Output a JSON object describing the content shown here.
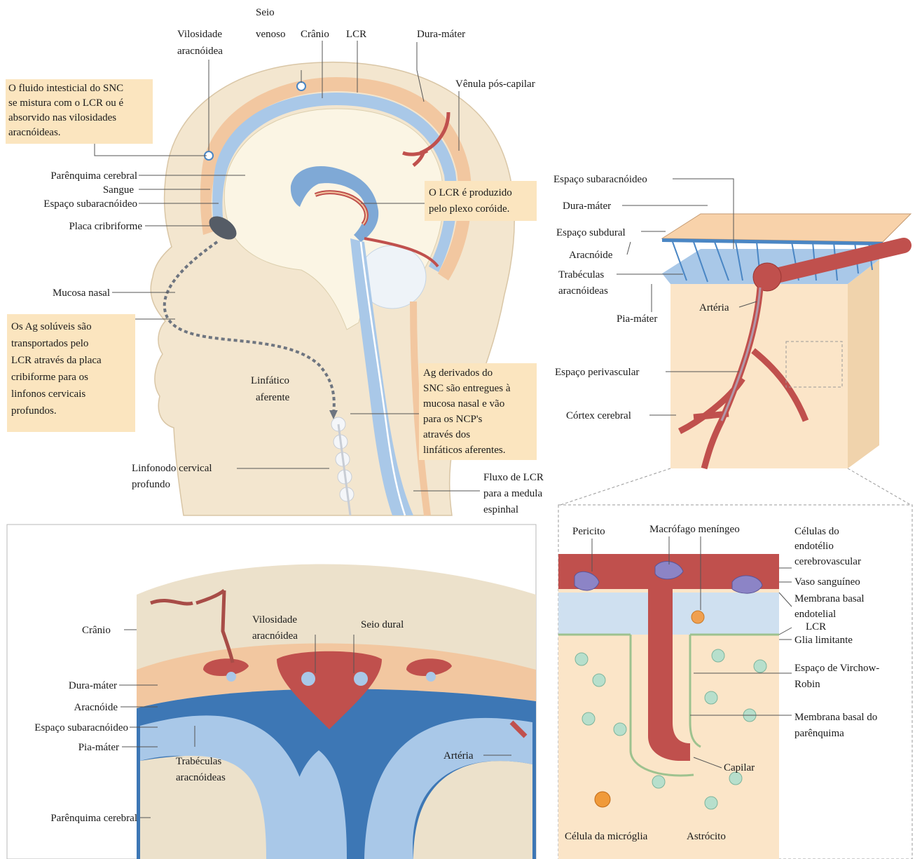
{
  "head": {
    "top_labels": {
      "seio_venoso": [
        "Seio",
        "venoso"
      ],
      "cranio": "Crânio",
      "lcr": "LCR",
      "dura_mater": "Dura-máter",
      "vilosidade": [
        "Vilosidade",
        "aracnóidea"
      ],
      "venula": "Vênula pós-capilar"
    },
    "left_labels": {
      "parenquima": "Parênquima cerebral",
      "sangue": "Sangue",
      "espaco_sub": "Espaço subaracnóideo",
      "placa": "Placa  cribriforme",
      "mucosa": "Mucosa nasal",
      "linfatico": [
        "Linfático",
        "aferente"
      ],
      "linfonodo": [
        "Linfonodo cervical",
        "profundo"
      ],
      "fluxo": [
        "Fluxo de LCR",
        "para a medula",
        "espinhal"
      ]
    },
    "notes": {
      "fluido": [
        "O fluido intesticial do SNC",
        "se mistura com o LCR ou é",
        "absorvido nas vilosidades",
        "aracnóideas."
      ],
      "lcr_produzido": [
        "O LCR é produzido",
        "pelo plexo coróide."
      ],
      "ag_soluveis": [
        "Os Ag solúveis são",
        "transportados pelo",
        "LCR através da placa",
        "cribiforme para os",
        "linfonos cervicais",
        "profundos."
      ],
      "ag_derivados": [
        "Ag derivados do",
        "SNC são entregues à",
        "mucosa nasal e vão",
        "para os NCP's",
        "através dos",
        "linfáticos aferentes."
      ]
    }
  },
  "block": {
    "labels": {
      "espaco_sub": "Espaço subaracnóideo",
      "dura": "Dura-máter",
      "subdural": "Espaço subdural",
      "aracnoide": "Aracnóide",
      "trabeculas": [
        "Trabéculas",
        "aracnóideas"
      ],
      "pia": "Pia-máter",
      "arteria": "Artéria",
      "perivascular": "Espaço perivascular",
      "cortex": "Córtex cerebral"
    }
  },
  "section": {
    "labels": {
      "cranio": "Crânio",
      "vilosidade": [
        "Vilosidade",
        "aracnóidea"
      ],
      "seio_dural": "Seio dural",
      "dura": "Dura-máter",
      "aracnoide": "Aracnóide",
      "espaco_sub": "Espaço subaracnóideo",
      "pia": "Pia-máter",
      "trabeculas": [
        "Trabéculas",
        "aracnóideas"
      ],
      "arteria": "Artéria",
      "parenquima": "Parênquima cerebral"
    }
  },
  "micro": {
    "labels": {
      "pericito": "Pericito",
      "macrofago": "Macrófago meníngeo",
      "celulas_endotelio": [
        "Células do",
        "endotélio",
        "cerebrovascular"
      ],
      "vaso": "Vaso sanguíneo",
      "membrana_endotelial": [
        "Membrana basal",
        "endotelial"
      ],
      "lcr": "LCR",
      "glia": "Glia limitante",
      "virchow": [
        "Espaço de Virchow-",
        "Robin"
      ],
      "membrana_parenquima": [
        "Membrana basal do",
        "parênquima"
      ],
      "capilar": "Capilar",
      "microglia": "Célula da micróglia",
      "astrocito": "Astrócito"
    }
  },
  "colors": {
    "skin": "#f3e6cf",
    "dura": "#f2c7a0",
    "csf_blue": "#a9c8e8",
    "csf_dark": "#4a86c4",
    "blood": "#c0504d",
    "note_box": "#fbe5bf",
    "brain": "#fbf5e4"
  }
}
